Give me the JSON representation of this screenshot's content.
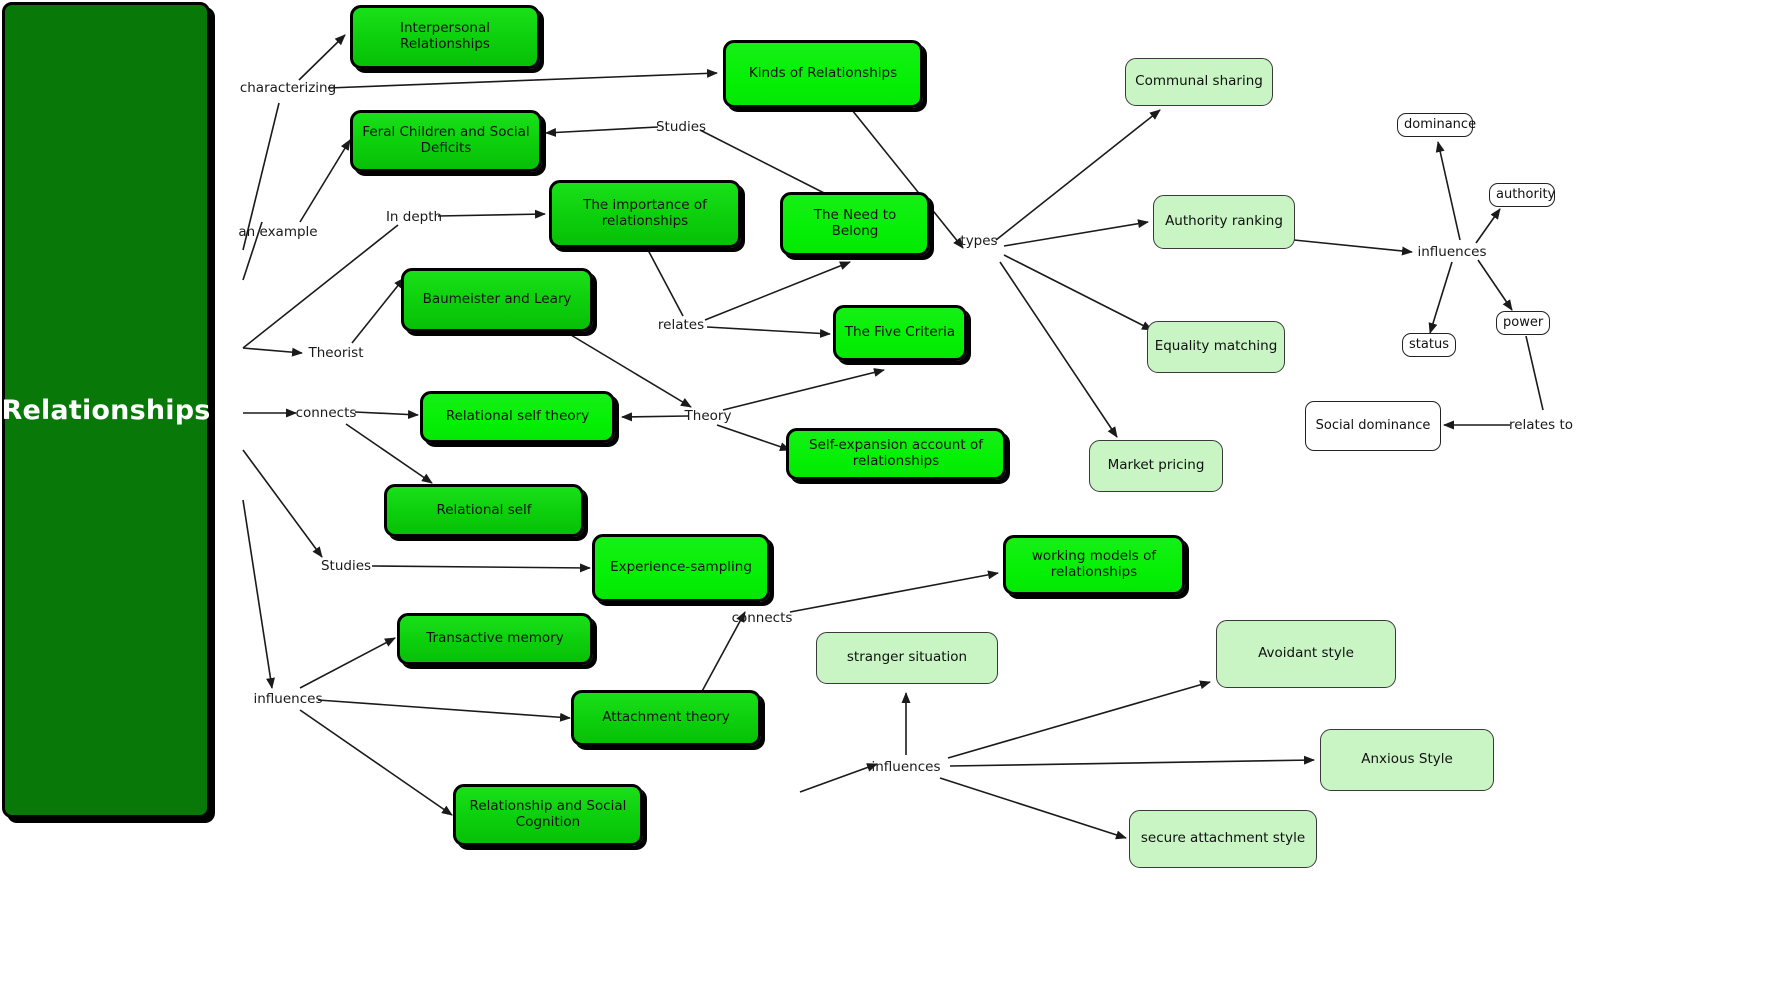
{
  "diagram": {
    "title": "Relationships",
    "type": "concept-map",
    "background": "#ffffff",
    "colors": {
      "root_fill": "#087908",
      "root_text": "#ffffff",
      "bright_node_fill": "#0ccf0c",
      "vivid_node_fill": "#05f005",
      "pale_node_fill": "#c8f5c3",
      "pill_node_fill": "#ffffff",
      "edge_stroke": "#1a1a1a",
      "node_border": "#000000"
    }
  },
  "root": {
    "label": "Relationships"
  },
  "nodes": [
    {
      "id": "interpersonal_relationships",
      "label": "Interpersonal Relationships",
      "style": "bright"
    },
    {
      "id": "feral_children",
      "label": "Feral Children and Social Deficits",
      "style": "bright"
    },
    {
      "id": "kinds_of_relationships",
      "label": "Kinds of Relationships",
      "style": "vivid"
    },
    {
      "id": "importance_of_relationships",
      "label": "The importance of relationships",
      "style": "bright"
    },
    {
      "id": "need_to_belong",
      "label": "The Need to Belong",
      "style": "vivid"
    },
    {
      "id": "baumeister_and_leary",
      "label": "Baumeister and Leary",
      "style": "bright"
    },
    {
      "id": "five_criteria",
      "label": "The Five Criteria",
      "style": "vivid"
    },
    {
      "id": "relational_self_theory",
      "label": "Relational self theory",
      "style": "vivid"
    },
    {
      "id": "relational_self",
      "label": "Relational self",
      "style": "bright"
    },
    {
      "id": "self_expansion",
      "label": "Self-expansion account of relationships",
      "style": "vivid"
    },
    {
      "id": "experience_sampling",
      "label": "Experience-sampling",
      "style": "vivid"
    },
    {
      "id": "transactive_memory",
      "label": "Transactive memory",
      "style": "bright"
    },
    {
      "id": "attachment_theory",
      "label": "Attachment theory",
      "style": "bright"
    },
    {
      "id": "relationship_social_cognition",
      "label": "Relationship and Social Cognition",
      "style": "bright"
    },
    {
      "id": "working_models",
      "label": "working models of relationships",
      "style": "vivid"
    },
    {
      "id": "communal_sharing",
      "label": "Communal sharing",
      "style": "pale"
    },
    {
      "id": "authority_ranking",
      "label": "Authority ranking",
      "style": "pale"
    },
    {
      "id": "equality_matching",
      "label": "Equality matching",
      "style": "pale"
    },
    {
      "id": "market_pricing",
      "label": "Market pricing",
      "style": "pale"
    },
    {
      "id": "stranger_situation",
      "label": "stranger situation",
      "style": "pale"
    },
    {
      "id": "avoidant_style",
      "label": "Avoidant style",
      "style": "pale"
    },
    {
      "id": "anxious_style",
      "label": "Anxious Style",
      "style": "pale"
    },
    {
      "id": "secure_attachment_style",
      "label": "secure attachment style",
      "style": "pale"
    },
    {
      "id": "social_dominance",
      "label": "Social dominance",
      "style": "pill"
    },
    {
      "id": "dominance",
      "label": "dominance",
      "style": "pill"
    },
    {
      "id": "authority",
      "label": "authority",
      "style": "pill"
    },
    {
      "id": "power",
      "label": "power",
      "style": "pill"
    },
    {
      "id": "status",
      "label": "status",
      "style": "pill"
    }
  ],
  "link_labels": [
    {
      "id": "characterizing",
      "label": "characterizing"
    },
    {
      "id": "an_example",
      "label": "an example"
    },
    {
      "id": "in_depth",
      "label": "In depth"
    },
    {
      "id": "theorist",
      "label": "Theorist"
    },
    {
      "id": "connects_left",
      "label": "connects"
    },
    {
      "id": "studies_top",
      "label": "Studies"
    },
    {
      "id": "studies_left",
      "label": "Studies"
    },
    {
      "id": "relates",
      "label": "relates"
    },
    {
      "id": "theory",
      "label": "Theory"
    },
    {
      "id": "types",
      "label": "types"
    },
    {
      "id": "influences_left",
      "label": "influences"
    },
    {
      "id": "influences_right",
      "label": "influences"
    },
    {
      "id": "influences_bottom",
      "label": "influences"
    },
    {
      "id": "connects_mid",
      "label": "connects"
    },
    {
      "id": "relates_to",
      "label": "relates to"
    }
  ]
}
